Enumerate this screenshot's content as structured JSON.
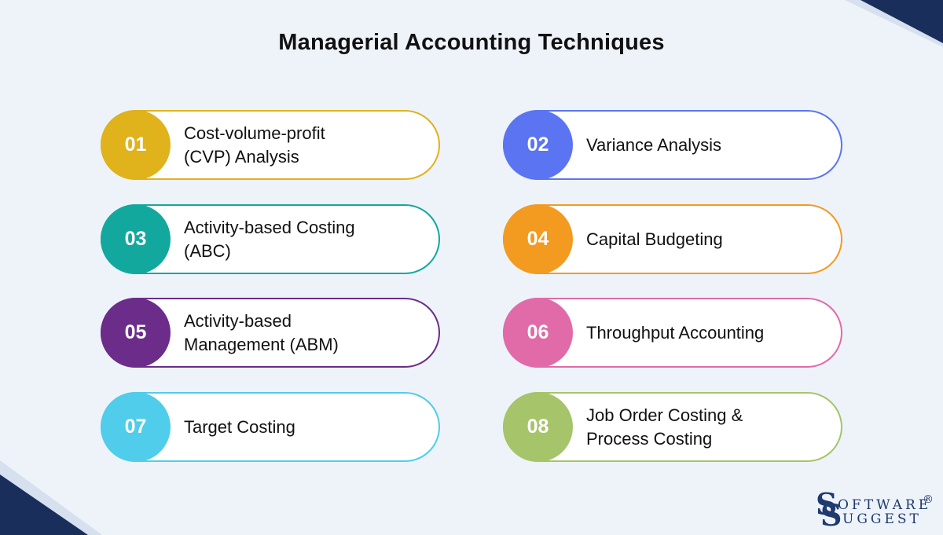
{
  "title": "Managerial Accounting Techniques",
  "colors": {
    "background": "#eef3fa",
    "corner_dark": "#1a2e5c",
    "corner_light": "#d7e0ef",
    "logo": "#1e3a6e"
  },
  "items": [
    {
      "number": "01",
      "label": "Cost-volume-profit\n(CVP) Analysis",
      "color": "#e0b21b"
    },
    {
      "number": "02",
      "label": "Variance Analysis",
      "color": "#5b74f2"
    },
    {
      "number": "03",
      "label": "Activity-based Costing\n(ABC)",
      "color": "#13a89e"
    },
    {
      "number": "04",
      "label": "Capital Budgeting",
      "color": "#f39a21"
    },
    {
      "number": "05",
      "label": "Activity-based\nManagement (ABM)",
      "color": "#6c2c8a"
    },
    {
      "number": "06",
      "label": "Throughput Accounting",
      "color": "#e06ba8"
    },
    {
      "number": "07",
      "label": "Target Costing",
      "color": "#4fcdea"
    },
    {
      "number": "08",
      "label": "Job Order Costing &\nProcess Costing",
      "color": "#a6c46a"
    }
  ],
  "logo": {
    "first_initial": "S",
    "first_rest": "OFTWARE",
    "registered": "®",
    "second_initial": "S",
    "second_rest": "UGGEST"
  }
}
